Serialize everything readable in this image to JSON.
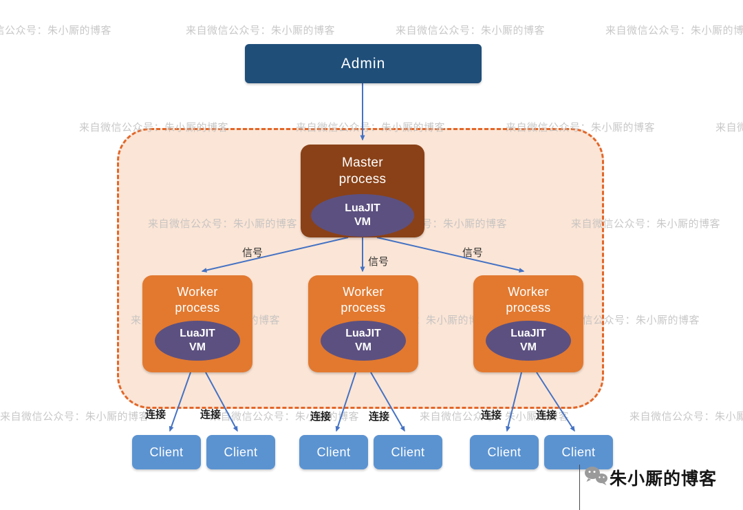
{
  "watermark": {
    "text": "来自微信公众号：朱小厮的博客"
  },
  "diagram": {
    "admin": {
      "label": "Admin"
    },
    "master": {
      "title": "Master\nprocess",
      "vm": "LuaJIT\nVM"
    },
    "signals": [
      "信号",
      "信号",
      "信号"
    ],
    "workers": [
      {
        "title": "Worker\nprocess",
        "vm": "LuaJIT\nVM"
      },
      {
        "title": "Worker\nprocess",
        "vm": "LuaJIT\nVM"
      },
      {
        "title": "Worker\nprocess",
        "vm": "LuaJIT\nVM"
      }
    ],
    "connections": [
      "连接",
      "连接",
      "连接",
      "连接",
      "连接",
      "连接"
    ],
    "clients": [
      "Client",
      "Client",
      "Client",
      "Client",
      "Client",
      "Client"
    ]
  },
  "footer": {
    "brand": "朱小厮的博客"
  },
  "colors": {
    "admin_box": "#1F4E79",
    "master_box": "#8A4117",
    "worker_box": "#E2792F",
    "vm_ellipse": "#5C5080",
    "client_box": "#5B93D1",
    "arrow": "#4472C4",
    "group_fill": "#FBE5D6",
    "group_border": "#E2672A",
    "watermark": "#BFBFBF"
  }
}
